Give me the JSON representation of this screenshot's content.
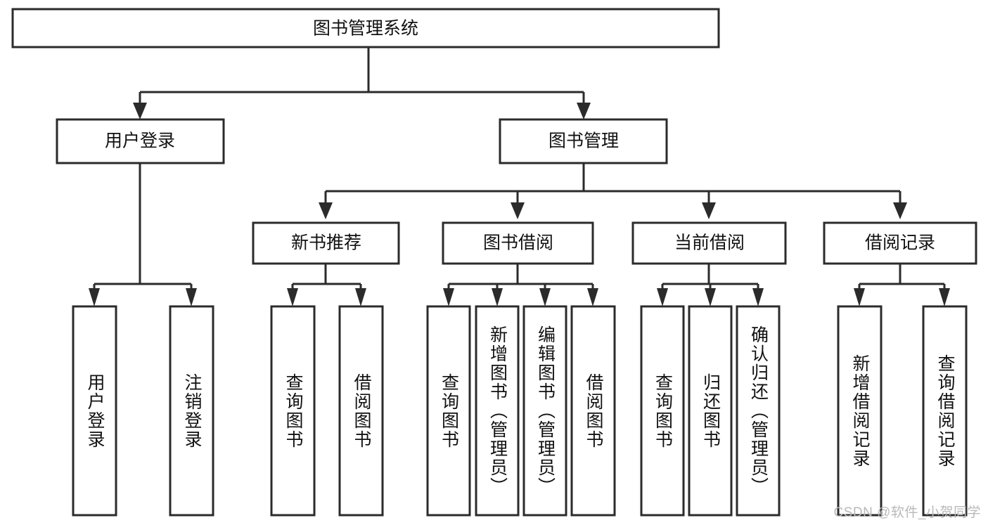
{
  "diagram": {
    "title": "图书管理系统",
    "type": "tree-hierarchy-diagram",
    "watermark": "CSDN @软件_小贺同学",
    "colors": {
      "stroke": "#2b2b2b",
      "fill": "#ffffff",
      "text": "#111111",
      "watermark": "#b9b9b9"
    },
    "levels": {
      "root": {
        "label": "图书管理系统"
      },
      "level2": [
        {
          "label": "用户登录"
        },
        {
          "label": "图书管理"
        }
      ],
      "level3": [
        {
          "label": "新书推荐"
        },
        {
          "label": "图书借阅"
        },
        {
          "label": "当前借阅"
        },
        {
          "label": "借阅记录"
        }
      ],
      "leaves": {
        "user_login": [
          {
            "label": "用户登录"
          },
          {
            "label": "注销登录"
          }
        ],
        "new_book_recommend": [
          {
            "label": "查询图书"
          },
          {
            "label": "借阅图书"
          }
        ],
        "book_borrow": [
          {
            "label": "查询图书"
          },
          {
            "label": "新增图书（管理员）"
          },
          {
            "label": "编辑图书（管理员）"
          },
          {
            "label": "借阅图书"
          }
        ],
        "current_borrow": [
          {
            "label": "查询图书"
          },
          {
            "label": "归还图书"
          },
          {
            "label": "确认归还（管理员）"
          }
        ],
        "borrow_record": [
          {
            "label": "新增借阅记录"
          },
          {
            "label": "查询借阅记录"
          }
        ]
      }
    }
  },
  "chart_data": {
    "type": "table",
    "title": "图书管理系统",
    "nodes": [
      {
        "id": "root",
        "label": "图书管理系统",
        "level": 0,
        "parent": null
      },
      {
        "id": "n_user_login",
        "label": "用户登录",
        "level": 1,
        "parent": "root"
      },
      {
        "id": "n_book_mgmt",
        "label": "图书管理",
        "level": 1,
        "parent": "root"
      },
      {
        "id": "n_new_book",
        "label": "新书推荐",
        "level": 2,
        "parent": "n_book_mgmt"
      },
      {
        "id": "n_borrow",
        "label": "图书借阅",
        "level": 2,
        "parent": "n_book_mgmt"
      },
      {
        "id": "n_current",
        "label": "当前借阅",
        "level": 2,
        "parent": "n_book_mgmt"
      },
      {
        "id": "n_record",
        "label": "借阅记录",
        "level": 2,
        "parent": "n_book_mgmt"
      },
      {
        "id": "l1",
        "label": "用户登录",
        "level": 3,
        "parent": "n_user_login"
      },
      {
        "id": "l2",
        "label": "注销登录",
        "level": 3,
        "parent": "n_user_login"
      },
      {
        "id": "l3",
        "label": "查询图书",
        "level": 3,
        "parent": "n_new_book"
      },
      {
        "id": "l4",
        "label": "借阅图书",
        "level": 3,
        "parent": "n_new_book"
      },
      {
        "id": "l5",
        "label": "查询图书",
        "level": 3,
        "parent": "n_borrow"
      },
      {
        "id": "l6",
        "label": "新增图书（管理员）",
        "level": 3,
        "parent": "n_borrow"
      },
      {
        "id": "l7",
        "label": "编辑图书（管理员）",
        "level": 3,
        "parent": "n_borrow"
      },
      {
        "id": "l8",
        "label": "借阅图书",
        "level": 3,
        "parent": "n_borrow"
      },
      {
        "id": "l9",
        "label": "查询图书",
        "level": 3,
        "parent": "n_current"
      },
      {
        "id": "l10",
        "label": "归还图书",
        "level": 3,
        "parent": "n_current"
      },
      {
        "id": "l11",
        "label": "确认归还（管理员）",
        "level": 3,
        "parent": "n_current"
      },
      {
        "id": "l12",
        "label": "新增借阅记录",
        "level": 3,
        "parent": "n_record"
      },
      {
        "id": "l13",
        "label": "查询借阅记录",
        "level": 3,
        "parent": "n_record"
      }
    ]
  }
}
